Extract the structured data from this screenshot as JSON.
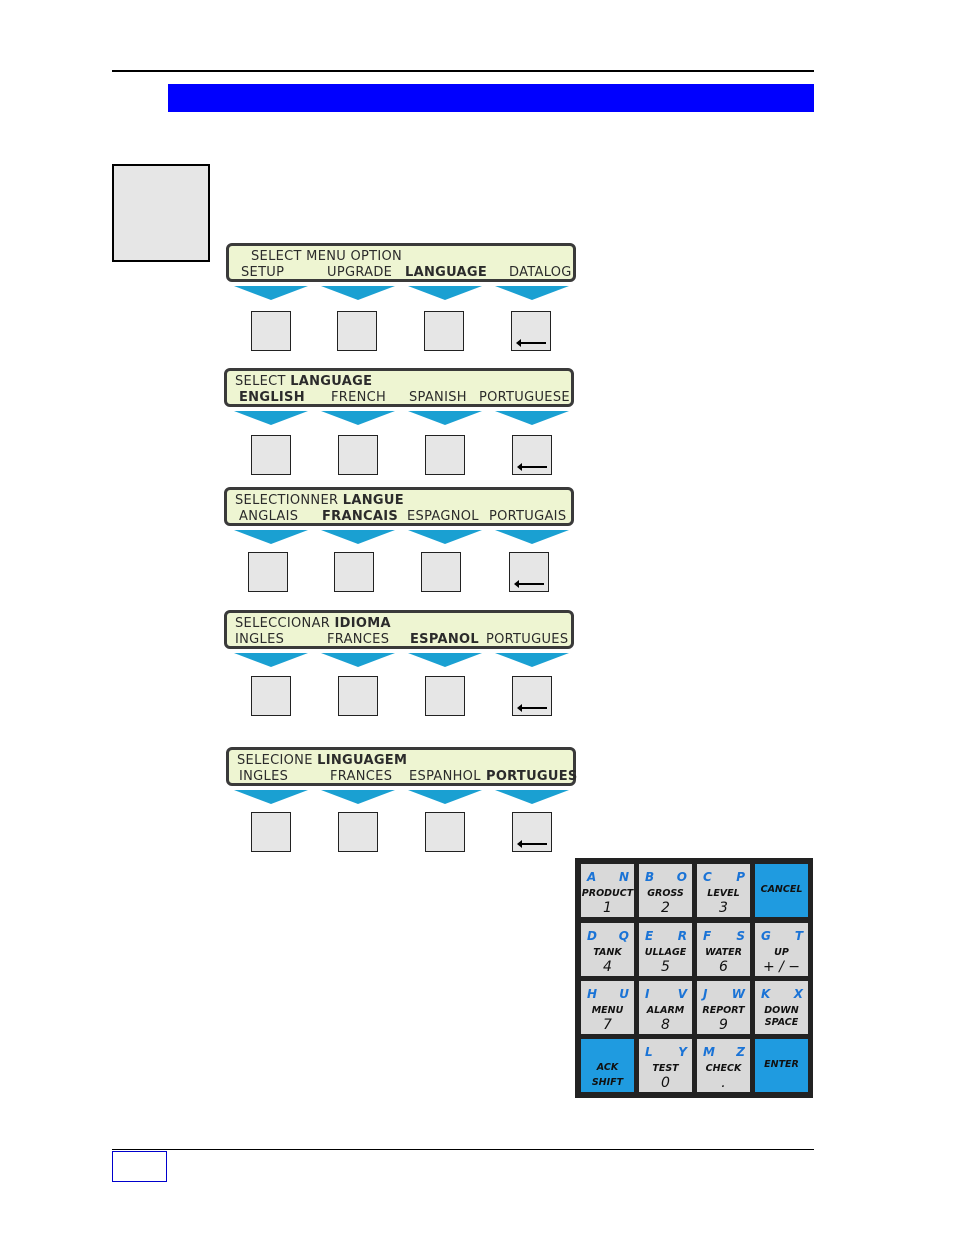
{
  "displays": [
    {
      "line1": [
        {
          "t": "SELECT MENU OPTION",
          "b": false
        }
      ],
      "line2": [
        {
          "t": "SETUP",
          "b": false
        },
        {
          "t": "UPGRADE",
          "b": false
        },
        {
          "t": "LANGUAGE",
          "b": true
        },
        {
          "t": "DATALOG",
          "b": false
        }
      ]
    },
    {
      "line1": [
        {
          "t": "SELECT ",
          "b": false
        },
        {
          "t": "LANGUAGE",
          "b": true
        }
      ],
      "line2": [
        {
          "t": "ENGLISH",
          "b": true
        },
        {
          "t": "FRENCH",
          "b": false
        },
        {
          "t": "SPANISH",
          "b": false
        },
        {
          "t": "PORTUGUESE",
          "b": false
        }
      ]
    },
    {
      "line1": [
        {
          "t": "SELECTIONNER ",
          "b": false
        },
        {
          "t": "LANGUE",
          "b": true
        }
      ],
      "line2": [
        {
          "t": "ANGLAIS",
          "b": false
        },
        {
          "t": "FRANCAIS",
          "b": true
        },
        {
          "t": "ESPAGNOL",
          "b": false
        },
        {
          "t": "PORTUGAIS",
          "b": false
        }
      ]
    },
    {
      "line1": [
        {
          "t": "SELECCIONAR ",
          "b": false
        },
        {
          "t": "IDIOMA",
          "b": true
        }
      ],
      "line2": [
        {
          "t": "INGLES",
          "b": false
        },
        {
          "t": "FRANCES",
          "b": false
        },
        {
          "t": "ESPANOL",
          "b": true
        },
        {
          "t": "PORTUGUES",
          "b": false
        }
      ]
    },
    {
      "line1": [
        {
          "t": "SELECIONE ",
          "b": false
        },
        {
          "t": "LINGUAGEM",
          "b": true
        }
      ],
      "line2": [
        {
          "t": "INGLES",
          "b": false
        },
        {
          "t": "FRANCES",
          "b": false
        },
        {
          "t": "ESPANHOL",
          "b": false
        },
        {
          "t": "PORTUGUES",
          "b": true
        }
      ]
    }
  ],
  "keypad": {
    "colors": {
      "key": "#d9d9d9",
      "blue_key": "#1f9be0",
      "letter": "#1a73d6"
    },
    "keys": [
      {
        "l1": "A",
        "l2": "N",
        "word": "PRODUCT",
        "num": "1"
      },
      {
        "l1": "B",
        "l2": "O",
        "word": "GROSS",
        "num": "2"
      },
      {
        "l1": "C",
        "l2": "P",
        "word": "LEVEL",
        "num": "3"
      },
      {
        "center": "CANCEL",
        "blue": true
      },
      {
        "l1": "D",
        "l2": "Q",
        "word": "TANK",
        "num": "4"
      },
      {
        "l1": "E",
        "l2": "R",
        "word": "ULLAGE",
        "num": "5"
      },
      {
        "l1": "F",
        "l2": "S",
        "word": "WATER",
        "num": "6"
      },
      {
        "l1": "G",
        "l2": "T",
        "word": "UP",
        "num": "+ / −"
      },
      {
        "l1": "H",
        "l2": "U",
        "word": "MENU",
        "num": "7"
      },
      {
        "l1": "I",
        "l2": "V",
        "word": "ALARM",
        "num": "8"
      },
      {
        "l1": "J",
        "l2": "W",
        "word": "REPORT",
        "num": "9"
      },
      {
        "l1": "K",
        "l2": "X",
        "word": "DOWN",
        "num2": "SPACE"
      },
      {
        "c1": "ACK",
        "c2": "SHIFT",
        "blue": true
      },
      {
        "l1": "L",
        "l2": "Y",
        "word": "TEST",
        "num": "0"
      },
      {
        "l1": "M",
        "l2": "Z",
        "word": "CHECK",
        "num": "."
      },
      {
        "center": "ENTER",
        "blue": true
      }
    ]
  }
}
